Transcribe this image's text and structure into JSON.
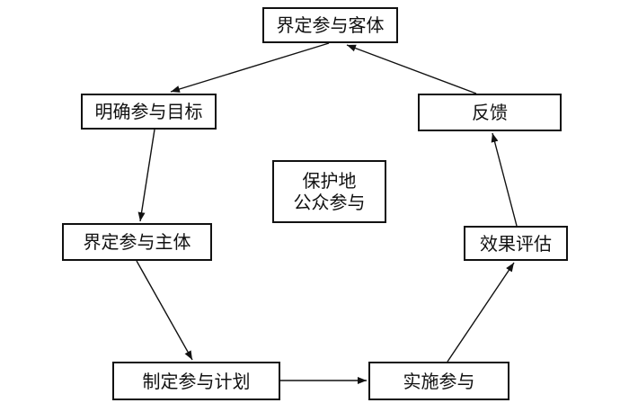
{
  "center": {
    "line1": "保护地",
    "line2": "公众参与"
  },
  "nodes": {
    "object": "界定参与客体",
    "goal": "明确参与目标",
    "subject": "界定参与主体",
    "plan": "制定参与计划",
    "implement": "实施参与",
    "evaluate": "效果评估",
    "feedback": "反馈"
  },
  "colors": {
    "stroke": "#111111",
    "background": "#ffffff"
  }
}
